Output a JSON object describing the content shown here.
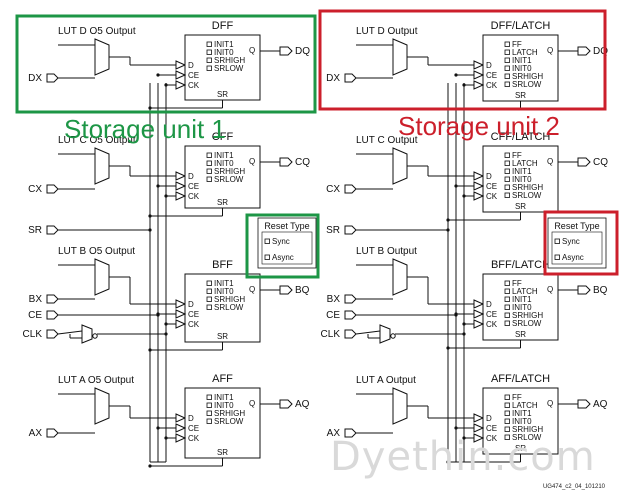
{
  "left": {
    "highlight": "Storage unit 1",
    "lut_labels": [
      "LUT D O5 Output",
      "LUT C O5 Output",
      "LUT B O5 Output",
      "LUT A O5 Output"
    ],
    "ff_titles": [
      "DFF",
      "CFF",
      "BFF",
      "AFF"
    ],
    "ff_options": [
      "INIT1",
      "INIT0",
      "SRHIGH",
      "SRLOW"
    ],
    "inputs": [
      "DX",
      "CX",
      "SR",
      "BX",
      "CE",
      "CLK",
      "AX"
    ],
    "outputs": [
      "DQ",
      "CQ",
      "BQ",
      "AQ"
    ],
    "pins": {
      "d": "D",
      "ce": "CE",
      "ck": "CK",
      "sr": "SR",
      "q": "Q"
    },
    "reset": {
      "title": "Reset Type",
      "opt1": "Sync",
      "opt2": "Async"
    }
  },
  "right": {
    "highlight": "Storage unit 2",
    "lut_labels": [
      "LUT D Output",
      "LUT C Output",
      "LUT B Output",
      "LUT A Output"
    ],
    "ff_titles": [
      "DFF/LATCH",
      "CFF/LATCH",
      "BFF/LATCH",
      "AFF/LATCH"
    ],
    "ff_options": [
      "FF",
      "LATCH",
      "INIT1",
      "INIT0",
      "SRHIGH",
      "SRLOW"
    ],
    "inputs": [
      "DX",
      "CX",
      "SR",
      "BX",
      "CE",
      "CLK",
      "AX"
    ],
    "outputs": [
      "DQ",
      "CQ",
      "BQ",
      "AQ"
    ],
    "pins": {
      "d": "D",
      "ce": "CE",
      "ck": "CK",
      "sr": "SR",
      "q": "Q"
    },
    "reset": {
      "title": "Reset Type",
      "opt1": "Sync",
      "opt2": "Async"
    }
  },
  "watermark": "Dyethin.com",
  "footer": "UG474_c2_04_101210",
  "colors": {
    "green": "#1d9646",
    "red": "#cc1f2b",
    "line": "#111111"
  }
}
